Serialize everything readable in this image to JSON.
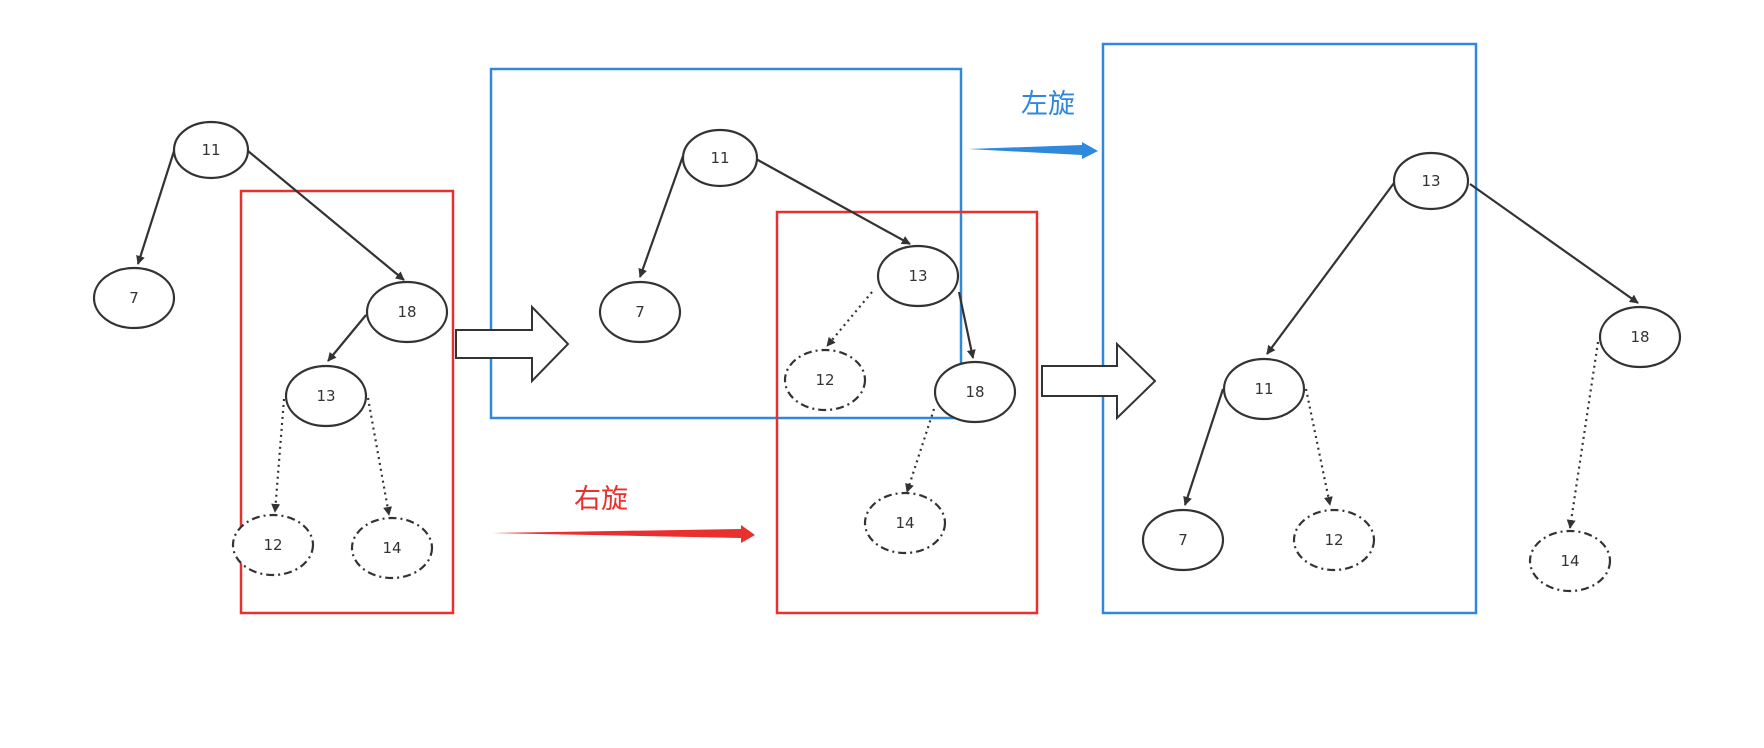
{
  "colors": {
    "node_stroke": "#333333",
    "red_frame": "#e8302f",
    "blue_frame": "#2f88dc",
    "red_text": "#e8302f",
    "blue_text": "#2f88dc"
  },
  "operations": {
    "right_rotate": "右旋",
    "left_rotate": "左旋"
  },
  "trees": {
    "before": {
      "n11": "11",
      "n7": "7",
      "n18": "18",
      "n13": "13",
      "n12": "12",
      "n14": "14"
    },
    "after_right": {
      "n11": "11",
      "n7": "7",
      "n13": "13",
      "n12": "12",
      "n18": "18",
      "n14": "14"
    },
    "after_left": {
      "n13": "13",
      "n11": "11",
      "n18": "18",
      "n7": "7",
      "n12": "12",
      "n14": "14"
    }
  }
}
